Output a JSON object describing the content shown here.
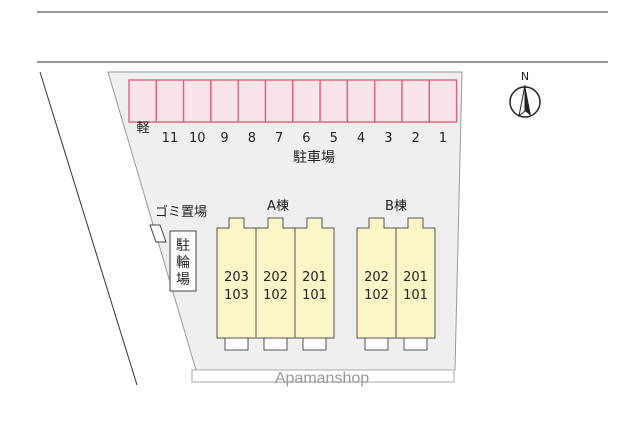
{
  "parking": {
    "label": "駐車場",
    "kei_label": "軽",
    "space_numbers": [
      "11",
      "10",
      "9",
      "8",
      "7",
      "6",
      "5",
      "4",
      "3",
      "2",
      "1"
    ]
  },
  "facilities": {
    "garbage_label": "ゴミ置場",
    "bicycle_label": [
      "駐",
      "輪",
      "場"
    ]
  },
  "buildings": [
    {
      "name": "A棟",
      "units": [
        {
          "upper": "203",
          "lower": "103"
        },
        {
          "upper": "202",
          "lower": "102"
        },
        {
          "upper": "201",
          "lower": "101"
        }
      ]
    },
    {
      "name": "B棟",
      "units": [
        {
          "upper": "202",
          "lower": "102"
        },
        {
          "upper": "201",
          "lower": "101"
        }
      ]
    }
  ],
  "compass": {
    "label": "N"
  },
  "watermark": "Apamanshop",
  "colors": {
    "parking_fill": "#fbe3ea",
    "parking_stroke": "#e0607e",
    "building_fill": "#fbf6c8",
    "building_stroke": "#555555",
    "lot_fill": "#efefef",
    "road_line": "#333333"
  }
}
